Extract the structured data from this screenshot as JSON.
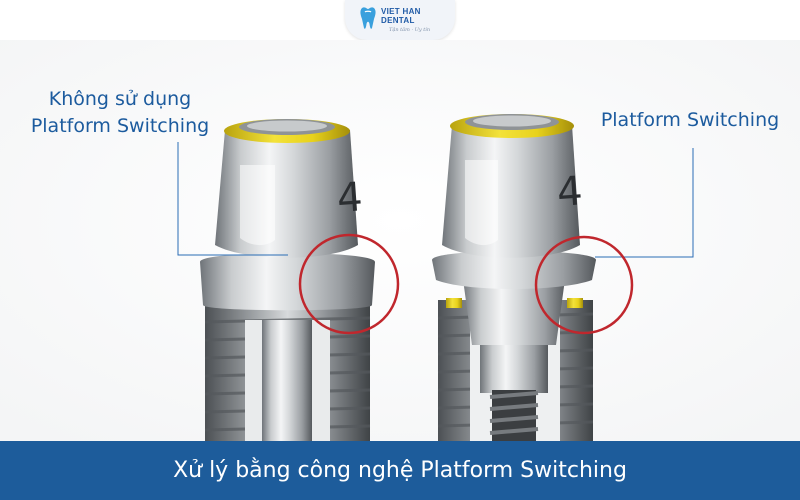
{
  "logo": {
    "name_line1": "VIET HAN",
    "name_line2": "DENTAL",
    "tagline": "Tận tâm · Uy tín",
    "icon": "tooth-icon"
  },
  "labels": {
    "left_line1": "Không sử dụng",
    "left_line2": "Platform Switching",
    "right": "Platform Switching"
  },
  "abutment_number": "4",
  "caption": "Xử lý bằng công nghệ Platform Switching",
  "colors": {
    "brand_blue": "#1d5c9b",
    "label_blue": "#1c5b9e",
    "highlight_circle": "#c0272d",
    "collar_gold": "#e8d21c"
  }
}
